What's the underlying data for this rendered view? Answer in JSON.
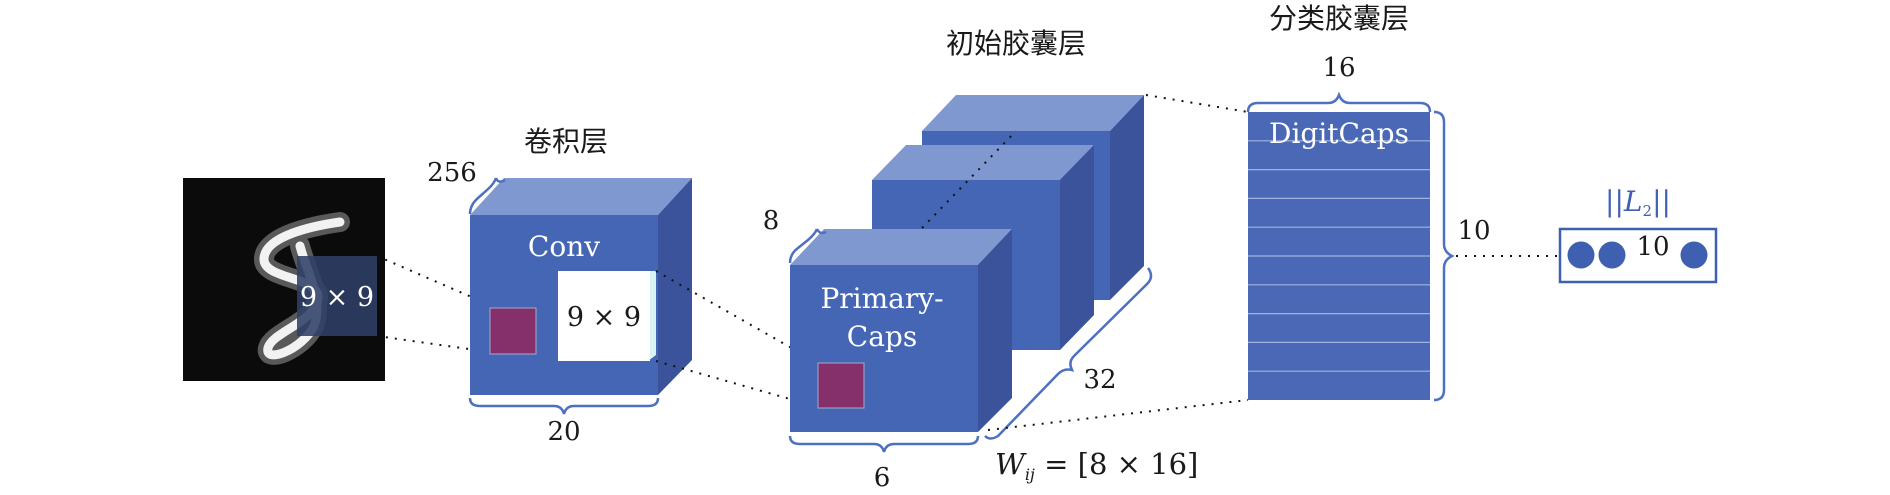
{
  "input": {
    "kernel": "9 × 9"
  },
  "conv": {
    "title": "卷积层",
    "name": "Conv",
    "depth": "256",
    "width": "20",
    "kernel": "9 × 9"
  },
  "primary": {
    "title": "初始胶囊层",
    "name_line1": "Primary-",
    "name_line2": "Caps",
    "depth": "8",
    "width": "6",
    "count": "32",
    "weight_W": "W",
    "weight_sub": "ij",
    "weight_rest": " = [8 × 16]"
  },
  "digit": {
    "title": "分类胶囊层",
    "name": "DigitCaps",
    "top": "16",
    "side": "10",
    "rows": 10
  },
  "output": {
    "label_outer": "||",
    "label_var": "L",
    "label_sub": "2",
    "label_close": "||",
    "count": "10"
  },
  "colors": {
    "front": "#4566b4",
    "top": "#7f98cf",
    "side": "#3a539b",
    "brace": "#4d70c0",
    "kernel_fill": "#85306a",
    "digit": "#4a68b6"
  }
}
